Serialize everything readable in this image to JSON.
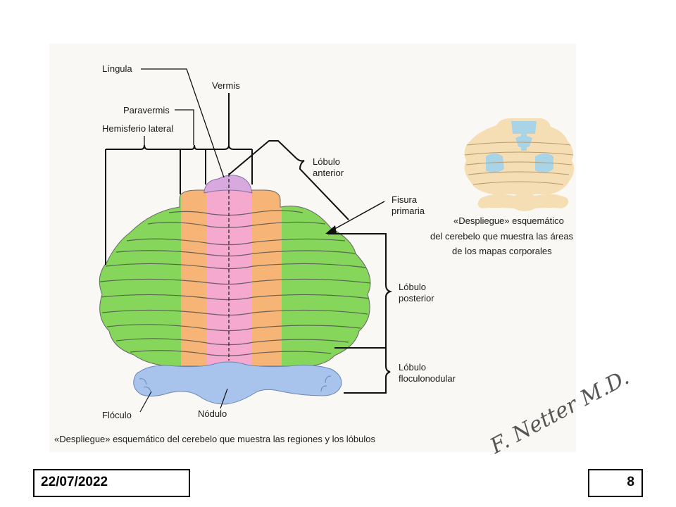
{
  "colors": {
    "hemisphere": "#86d65c",
    "paravermis": "#f6b577",
    "vermis": "#f5a9cf",
    "lingula": "#d7a9df",
    "flocculonodular": "#a8c4ec",
    "outline": "#555555"
  },
  "labels": {
    "lingula": "Língula",
    "vermis": "Vermis",
    "paravermis": "Paravermis",
    "lateral_hemisphere": "Hemisferio lateral",
    "anterior_lobe_line1": "Lóbulo",
    "anterior_lobe_line2": "anterior",
    "primary_fissure_line1": "Fisura",
    "primary_fissure_line2": "primaria",
    "posterior_lobe_line1": "Lóbulo",
    "posterior_lobe_line2": "posterior",
    "flocculonodular_line1": "Lóbulo",
    "flocculonodular_line2": "floculonodular",
    "flocculus": "Flóculo",
    "nodulus": "Nódulo"
  },
  "inset": {
    "caption_line1": "«Despliegue» esquemático",
    "caption_line2": "del cerebelo que muestra las áreas",
    "caption_line3": "de los mapas corporales",
    "colors": {
      "base": "#f5deb3",
      "map": "#a9d4e8"
    }
  },
  "caption": "«Despliegue» esquemático del cerebelo que muestra las regiones y los lóbulos",
  "signature": "F. Netter M.D.",
  "footer": {
    "date": "22/07/2022",
    "page": "8"
  }
}
